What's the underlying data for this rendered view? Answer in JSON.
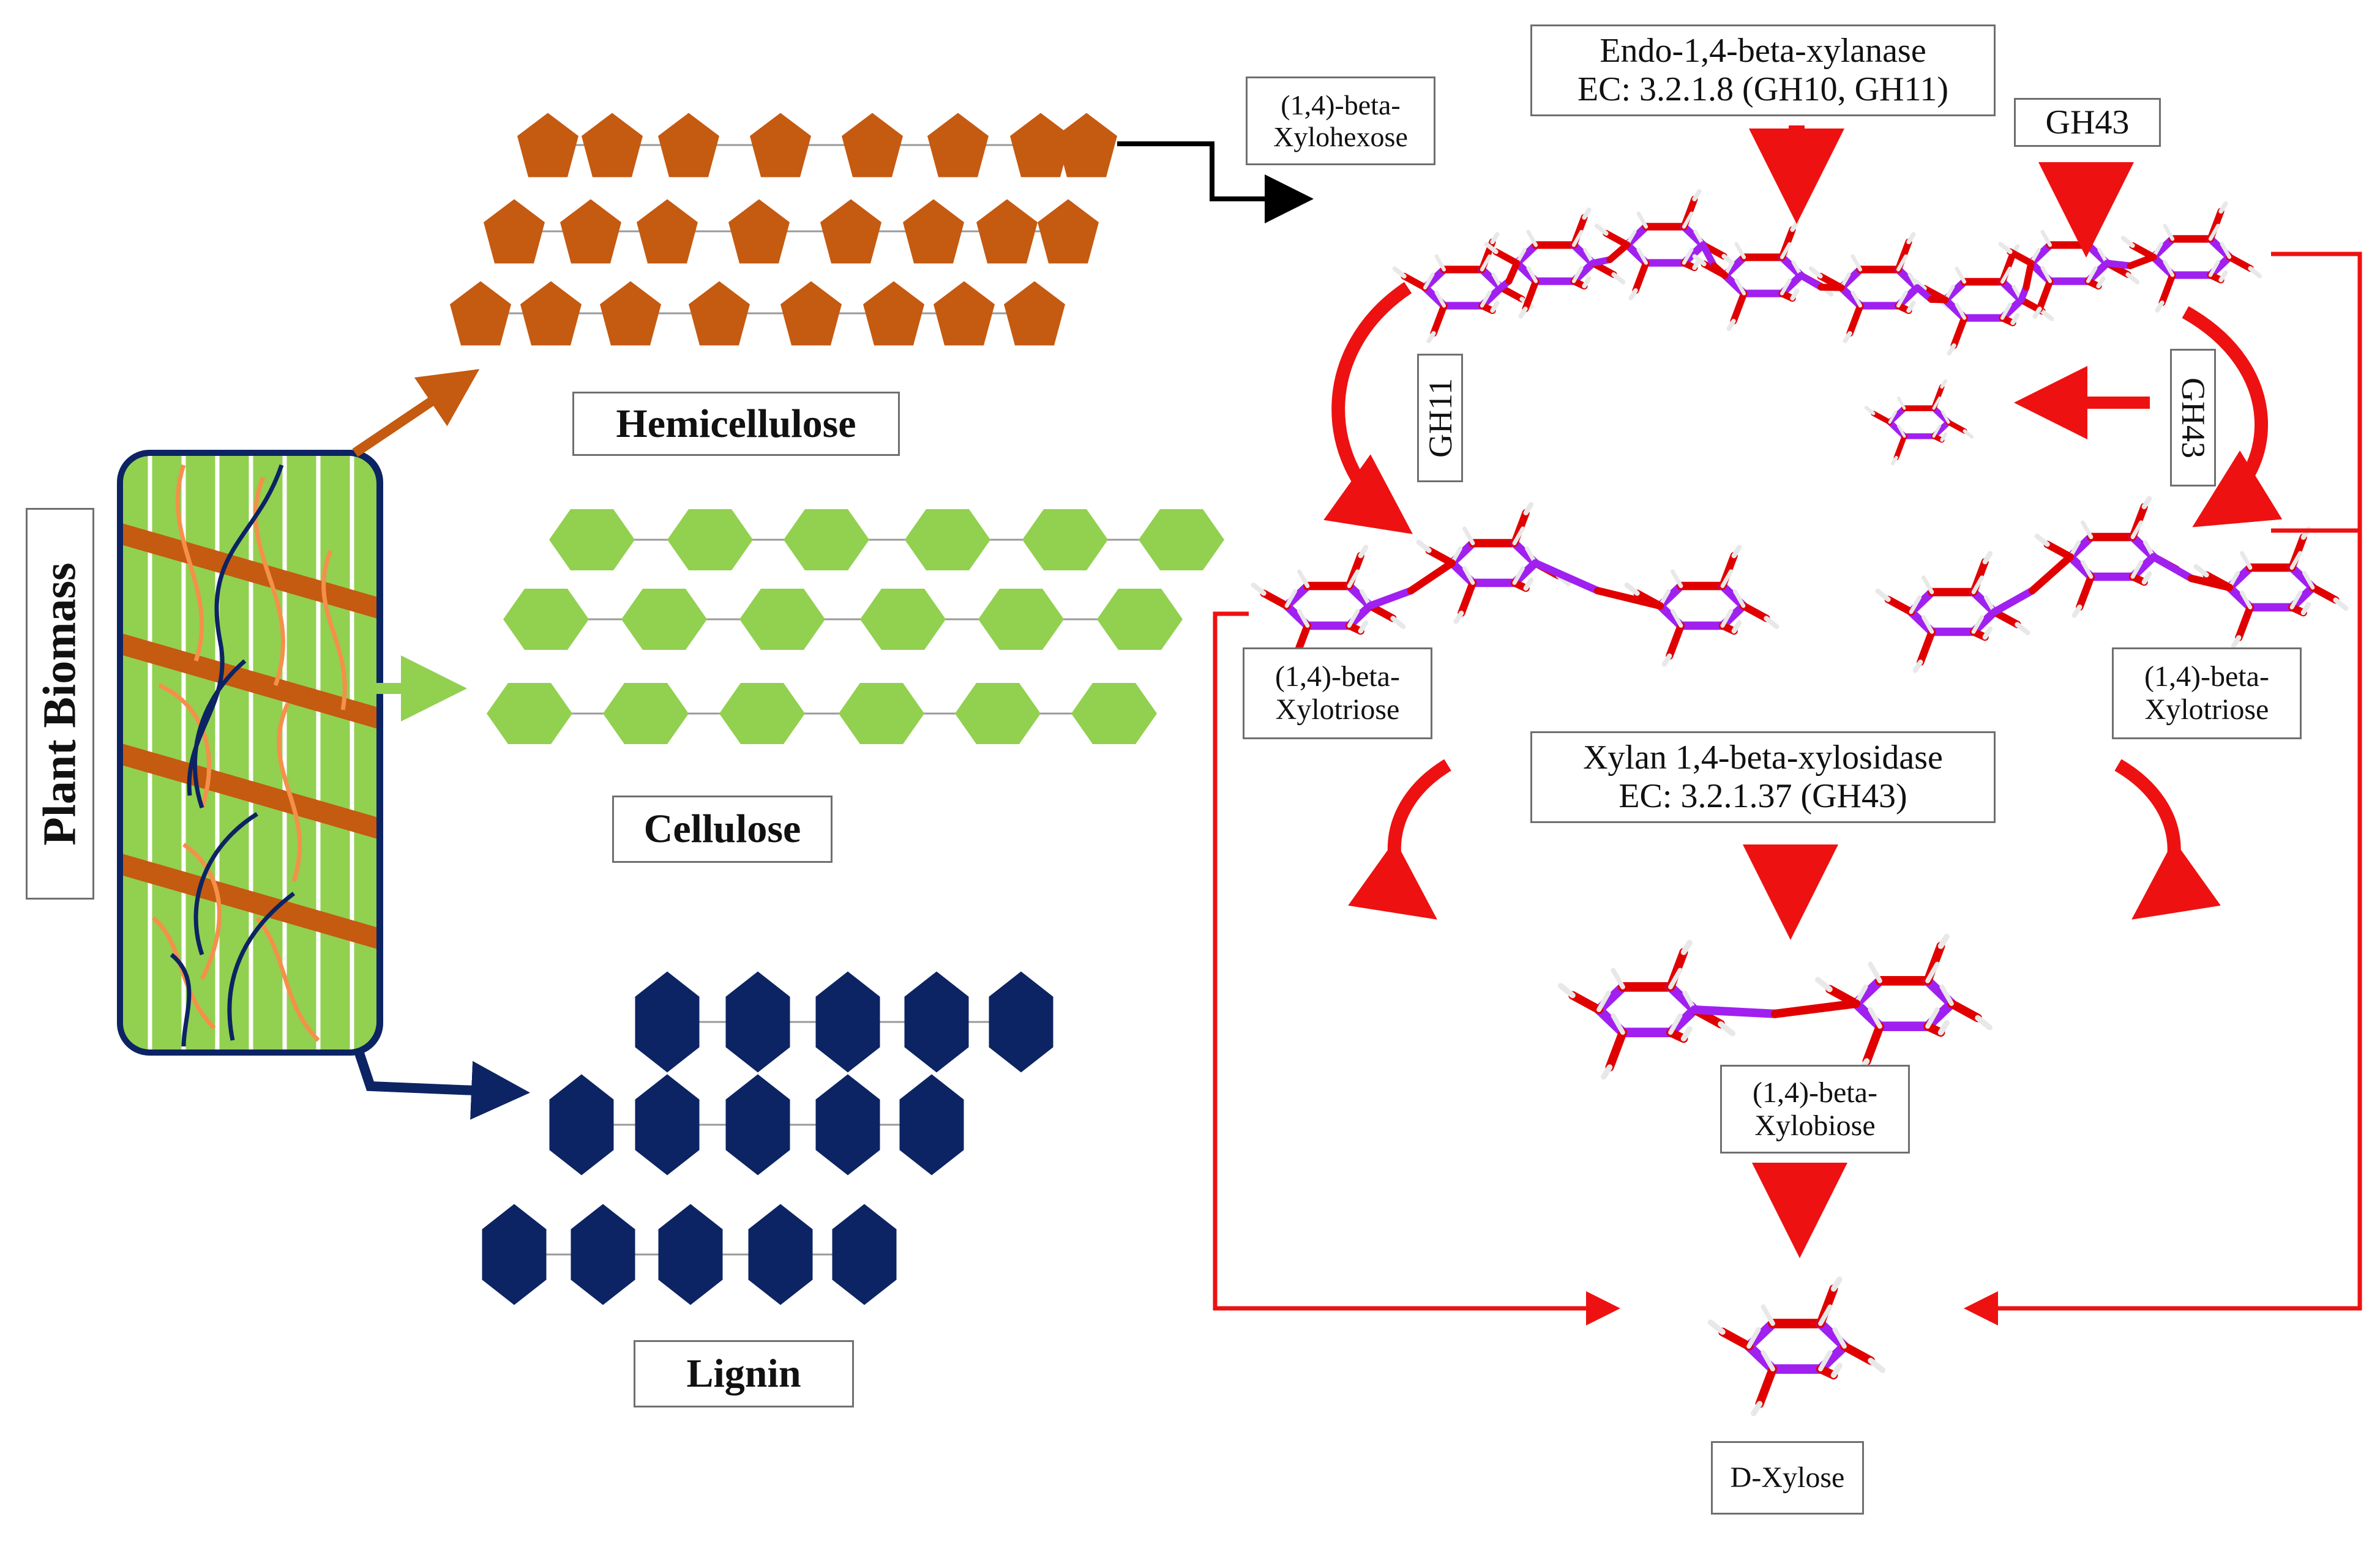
{
  "labels": {
    "plant_biomass": "Plant Biomass",
    "hemicellulose": "Hemicellulose",
    "cellulose": "Cellulose",
    "lignin": "Lignin",
    "xylohexose": [
      "(1,4)-beta-",
      "Xylohexose"
    ],
    "endo_xylanase": [
      "Endo-1,4-beta-xylanase",
      "EC: 3.2.1.8 (GH10, GH11)"
    ],
    "gh43_top": "GH43",
    "gh11_side": "GH11",
    "gh43_side": "GH43",
    "xylotriose_left": [
      "(1,4)-beta-",
      "Xylotriose"
    ],
    "xylotriose_right": [
      "(1,4)-beta-",
      "Xylotriose"
    ],
    "xylosidase": [
      "Xylan 1,4-beta-xylosidase",
      "EC: 3.2.1.37 (GH43)"
    ],
    "xylobiose": [
      "(1,4)-beta-",
      "Xylobiose"
    ],
    "d_xylose": "D-Xylose"
  },
  "colors": {
    "hemicellulose": "#c55a11",
    "cellulose": "#92d050",
    "lignin": "#0c2463",
    "enzyme_arrow": "#ee1111",
    "carbon": "#a020f0",
    "oxygen": "#e00000",
    "hydrogen": "#e8e8e8"
  },
  "icons": {
    "hemicellulose_unit": "pentagon",
    "cellulose_unit": "hexagon",
    "lignin_unit": "elongated-hexagon",
    "molecule": "stick-model"
  }
}
